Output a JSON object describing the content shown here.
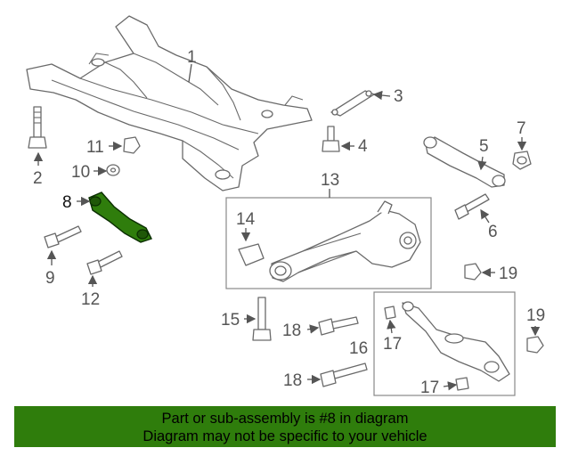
{
  "diagram": {
    "labels": {
      "p1": "1",
      "p2": "2",
      "p3": "3",
      "p4": "4",
      "p5": "5",
      "p6": "6",
      "p7": "7",
      "p8": "8",
      "p9": "9",
      "p10": "10",
      "p11": "11",
      "p12": "12",
      "p13": "13",
      "p14": "14",
      "p15": "15",
      "p16": "16",
      "p17a": "17",
      "p17b": "17",
      "p18a": "18",
      "p18b": "18",
      "p19a": "19",
      "p19b": "19"
    },
    "highlight_color": "#2f7d0c"
  },
  "banner": {
    "line1": "Part or sub-assembly is #8 in diagram",
    "line2": "Diagram may not be specific to your vehicle",
    "background": "#2f7d0c"
  }
}
